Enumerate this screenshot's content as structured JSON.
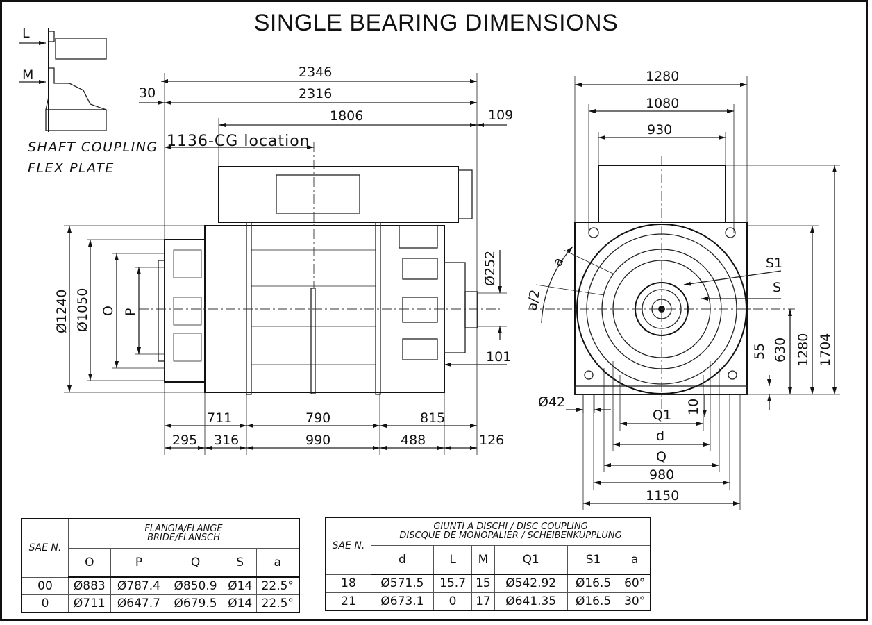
{
  "title": "SINGLE BEARING DIMENSIONS",
  "inset": {
    "label_l": "L",
    "label_m": "M",
    "caption_1": "SHAFT COUPLING",
    "caption_2": "FLEX PLATE"
  },
  "side_view": {
    "overall_length": "2346",
    "offset": "30",
    "length_2316": "2316",
    "length_1806": "1806",
    "offset_109": "109",
    "cg_location": "1136-CG location",
    "dia_1240": "Ø1240",
    "dia_1050": "Ø1050",
    "label_o": "O",
    "label_p": "P",
    "dia_252": "Ø252",
    "dim_101": "101",
    "row1": [
      "711",
      "790",
      "815"
    ],
    "row2": [
      "295",
      "316",
      "990",
      "488",
      "126"
    ]
  },
  "front_view": {
    "width_1280": "1280",
    "width_1080": "1080",
    "width_930": "930",
    "label_a": "a",
    "label_a2": "a/2",
    "label_s1": "S1",
    "label_s": "S",
    "h_55": "55",
    "h_630": "630",
    "h_1280": "1280",
    "h_1704": "1704",
    "dia_42": "Ø42",
    "dim_10": "10",
    "label_q1": "Q1",
    "label_d": "d",
    "label_q": "Q",
    "w_980": "980",
    "w_1150": "1150"
  },
  "flange_table": {
    "sae_header": "SAE N.",
    "title_1": "FLANGIA/FLANGE",
    "title_2": "BRIDE/FLANSCH",
    "columns": [
      "O",
      "P",
      "Q",
      "S",
      "a"
    ],
    "rows": [
      {
        "sae": "00",
        "values": [
          "Ø883",
          "Ø787.4",
          "Ø850.9",
          "Ø14",
          "22.5°"
        ]
      },
      {
        "sae": "0",
        "values": [
          "Ø711",
          "Ø647.7",
          "Ø679.5",
          "Ø14",
          "22.5°"
        ]
      }
    ]
  },
  "coupling_table": {
    "sae_header": "SAE N.",
    "title_1": "GIUNTI A DISCHI / DISC COUPLING",
    "title_2": "DISCQUE DE MONOPALIER / SCHEIBENKUPPLUNG",
    "columns": [
      "d",
      "L",
      "M",
      "Q1",
      "S1",
      "a"
    ],
    "rows": [
      {
        "sae": "18",
        "values": [
          "Ø571.5",
          "15.7",
          "15",
          "Ø542.92",
          "Ø16.5",
          "60°"
        ]
      },
      {
        "sae": "21",
        "values": [
          "Ø673.1",
          "0",
          "17",
          "Ø641.35",
          "Ø16.5",
          "30°"
        ]
      }
    ]
  }
}
